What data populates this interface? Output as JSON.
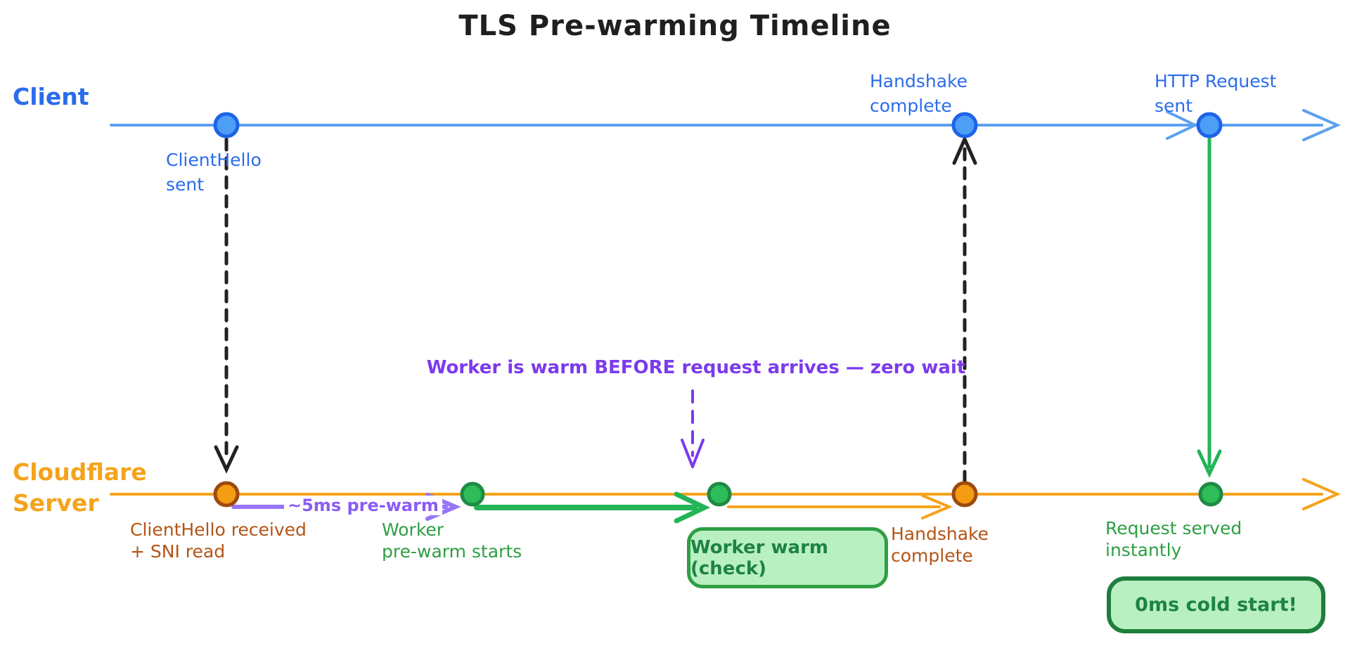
{
  "title": "TLS Pre-warming Timeline",
  "lanes": {
    "client": {
      "label": "Client",
      "events": {
        "client_hello_sent": {
          "lines": [
            "ClientHello",
            "sent"
          ]
        },
        "handshake_complete": {
          "lines": [
            "Handshake",
            "complete"
          ]
        },
        "http_request_sent": {
          "lines": [
            "HTTP Request",
            "sent"
          ]
        }
      }
    },
    "server": {
      "label_lines": [
        "Cloudflare",
        "Server"
      ],
      "events": {
        "client_hello_received": {
          "lines": [
            "ClientHello received",
            "+ SNI read"
          ]
        },
        "prewarm_starts": {
          "lines": [
            "Worker",
            "pre-warm starts"
          ]
        },
        "handshake_complete": {
          "lines": [
            "Handshake",
            "complete"
          ]
        },
        "request_served": {
          "lines": [
            "Request served",
            "instantly"
          ]
        }
      }
    }
  },
  "annotations": {
    "prewarm_arrow_label": "~5ms pre-warm",
    "zero_wait_note": "Worker is warm BEFORE request arrives — zero wait",
    "worker_warm_badge": "Worker warm (check)",
    "cold_start_badge": "0ms cold start!"
  },
  "colors": {
    "client_blue_line": "#5ba0f0",
    "client_blue_text": "#2b6cec",
    "client_dot_fill": "#4d9ef7",
    "client_dot_stroke": "#1d64e8",
    "server_orange": "#f5a31c",
    "server_dot_fill": "#f49c12",
    "server_dot_stroke": "#9c4a0f",
    "event_brown_text": "#b35416",
    "green_line": "#23b457",
    "green_dot_fill": "#2ebd59",
    "green_dot_stroke": "#1e8a44",
    "green_text": "#2f9e44",
    "badge_fill": "#b9f0c2",
    "badge_border": "#2f9e44",
    "badge_text": "#1d8343",
    "purple_dark": "#7c3aed",
    "purple_light": "#9775fa",
    "black_ink": "#222222"
  }
}
